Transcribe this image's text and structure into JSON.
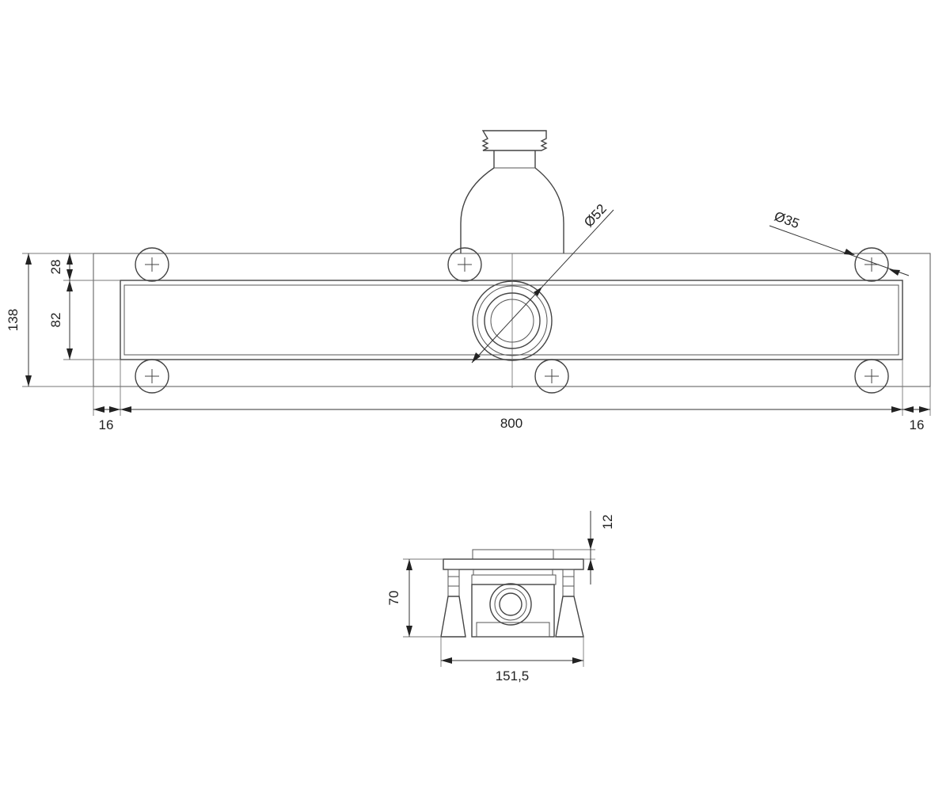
{
  "drawing": {
    "top_view": {
      "dimensions": {
        "total_height": "138",
        "flange_offset": "28",
        "channel_width": "82",
        "left_margin": "16",
        "channel_length": "800",
        "right_margin": "16",
        "outlet_diameter": "Ø52",
        "foot_diameter": "Ø35"
      }
    },
    "side_view": {
      "dimensions": {
        "grate_height": "12",
        "body_height": "70",
        "width": "151,5"
      }
    }
  }
}
